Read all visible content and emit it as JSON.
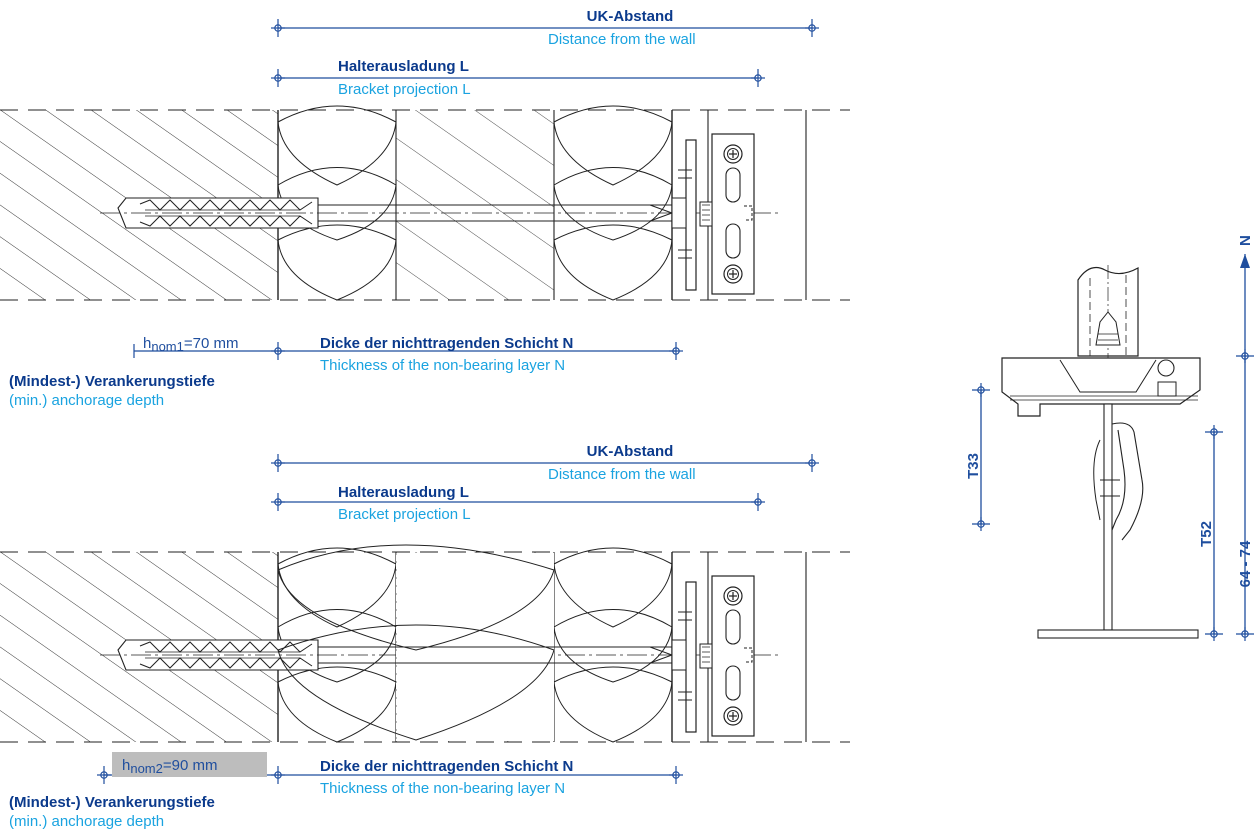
{
  "colors": {
    "dimension_blue": "#1f4e9e",
    "label_dark_blue": "#0b3a8c",
    "label_light_blue": "#1aa3e0",
    "drawing_black": "#222222",
    "highlight_grey": "#bdbdbd"
  },
  "top": {
    "uk_de": "UK-Abstand",
    "uk_en": "Distance from the wall",
    "bracket_de": "Halterausladung L",
    "bracket_en": "Bracket projection L",
    "hnom_prefix": "h",
    "hnom_sub": "nom1",
    "hnom_value": "=70 mm",
    "thickness_de": "Dicke der nichttragenden Schicht N",
    "thickness_en": "Thickness of the non-bearing layer N",
    "anchor_de": "(Mindest-) Verankerungstiefe",
    "anchor_en": "(min.) anchorage depth"
  },
  "bottom": {
    "uk_de": "UK-Abstand",
    "uk_en": "Distance from the wall",
    "bracket_de": "Halterausladung L",
    "bracket_en": "Bracket projection L",
    "hnom_prefix": "h",
    "hnom_sub": "nom2",
    "hnom_value": "=90 mm",
    "thickness_de": "Dicke der nichttragenden Schicht N",
    "thickness_en": "Thickness of the non-bearing layer N",
    "anchor_de": "(Mindest-) Verankerungstiefe",
    "anchor_en": "(min.) anchorage depth"
  },
  "profile": {
    "label_n": "N",
    "label_t33": "T33",
    "label_t52": "T52",
    "label_range": "64 - 74"
  }
}
